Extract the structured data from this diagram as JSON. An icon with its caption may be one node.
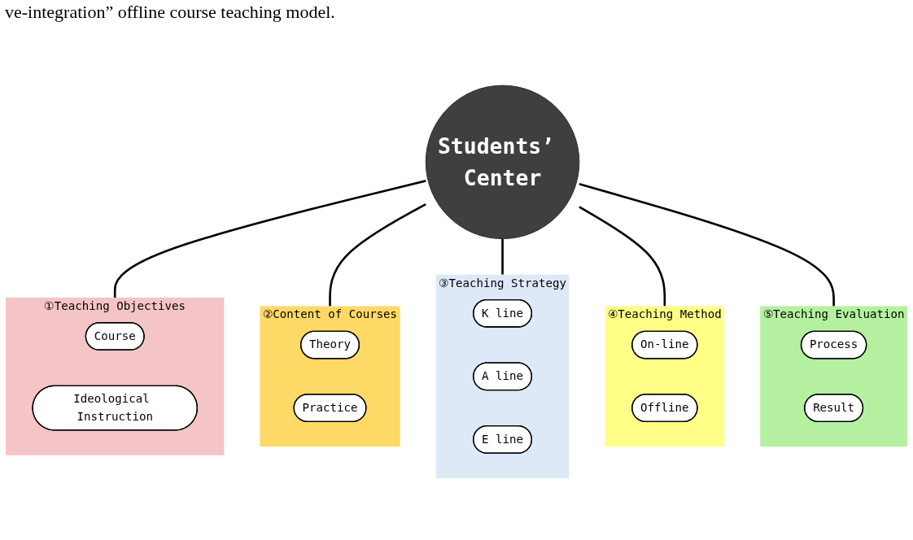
{
  "diagram": {
    "caption": "ve-integration” offline course teaching model.",
    "nodes": [
      {
        "text": [
          "①Teaching Objectives"
        ]
      },
      {
        "text": [
          "Course"
        ],
        "in": 0
      },
      {
        "text": [
          "Ideological Instruction"
        ],
        "in": 0
      },
      {
        "text": [
          "Students’ Center"
        ]
      },
      {
        "text": [
          "⑤Teaching Evaluation"
        ]
      },
      {
        "text": [
          "Process"
        ],
        "in": 4
      },
      {
        "text": [
          "Result"
        ],
        "in": 4
      },
      {
        "text": [
          "②Content of Courses"
        ]
      },
      {
        "text": [
          "Theory"
        ],
        "in": 7
      },
      {
        "text": [
          "Practice"
        ],
        "in": 7
      },
      {
        "text": [
          "④Teaching Method"
        ]
      },
      {
        "text": [
          "On-line"
        ],
        "in": 10
      },
      {
        "text": [
          "Offline"
        ],
        "in": 10
      },
      {
        "text": [
          "③Teaching Strategy"
        ]
      },
      {
        "text": [
          "K line"
        ],
        "in": 13
      },
      {
        "text": [
          "A line"
        ],
        "in": 13
      },
      {
        "text": [
          "E line"
        ],
        "in": 13
      }
    ],
    "edges": [
      {
        "from": 3,
        "to": 0,
        "arrow": "none"
      },
      {
        "from": 3,
        "to": 7,
        "arrow": "none"
      },
      {
        "from": 3,
        "to": 13,
        "arrow": "none"
      },
      {
        "from": 3,
        "to": 10,
        "arrow": "none"
      },
      {
        "from": 3,
        "to": 4,
        "arrow": "none"
      }
    ]
  }
}
